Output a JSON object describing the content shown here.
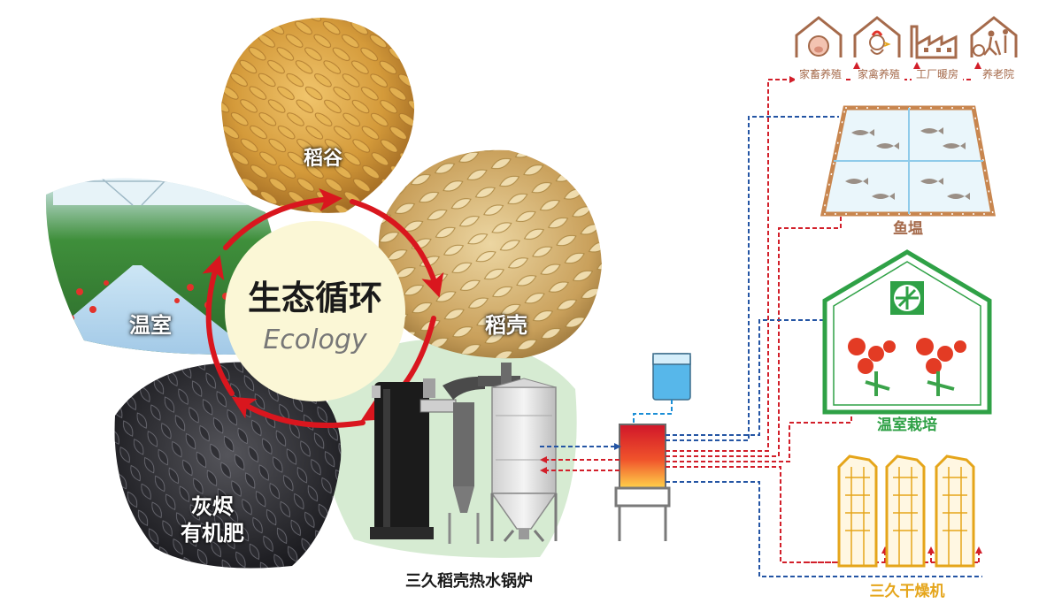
{
  "center": {
    "title": "生态循环",
    "subtitle": "Ecology"
  },
  "petals": {
    "rice_grain": "稻谷",
    "rice_husk": "稻壳",
    "ash_fertilizer_line1": "灰烬",
    "ash_fertilizer_line2": "有机肥",
    "greenhouse": "温室"
  },
  "boiler": {
    "label": "三久稻壳热水锅炉"
  },
  "top_targets": [
    {
      "label": "家畜养殖",
      "icon": "pig-icon"
    },
    {
      "label": "家禽养殖",
      "icon": "chicken-icon"
    },
    {
      "label": "工厂暖房",
      "icon": "factory-icon"
    },
    {
      "label": "养老院",
      "icon": "elderly-care-icon"
    }
  ],
  "destinations": {
    "fish_pond": "鱼塭",
    "greenhouse_cultivation": "温室栽培",
    "dryer": "三久干燥机"
  },
  "colors": {
    "cycle_arrow": "#d9161e",
    "hot_line": "#d21f2a",
    "cold_line": "#2455a4",
    "pond_frame": "#c8864f",
    "greenhouse_frame": "#2fa146",
    "dryer": "#e5a51a",
    "center_fill": "#fbf7d6",
    "top_icons": "#a56a4b"
  }
}
